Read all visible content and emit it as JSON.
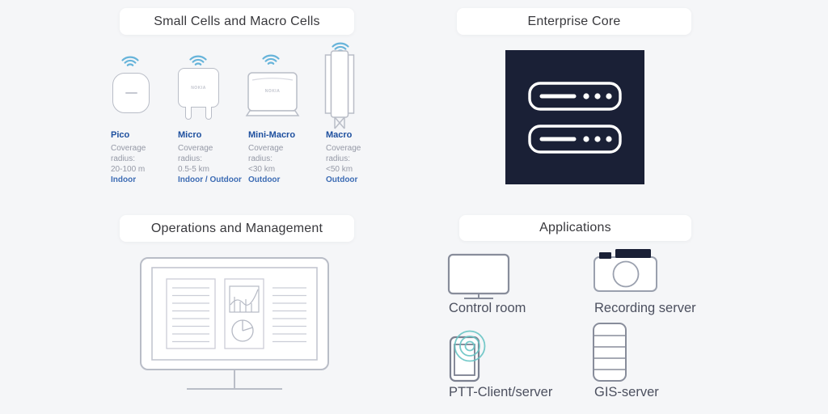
{
  "colors": {
    "background": "#f5f6f8",
    "pill_bg": "#ffffff",
    "title_text": "#38383c",
    "device_outline": "#b9bdc7",
    "wifi_blue": "#67b4da",
    "device_name_blue": "#1d4f9e",
    "muted_text": "#9599a6",
    "environment_blue": "#3d6cb4",
    "core_navy": "#1a2036",
    "teal_signal": "#69c5c5",
    "app_label_text": "#4c505f"
  },
  "sections": {
    "small_cells": {
      "title": "Small Cells and Macro Cells",
      "devices": [
        {
          "name": "Pico",
          "coverage_label": "Coverage radius:",
          "radius": "20-100 m",
          "environment": "Indoor"
        },
        {
          "name": "Micro",
          "brand": "NOKIA",
          "coverage_label": "Coverage radius:",
          "radius": "0.5-5 km",
          "environment": "Indoor / Outdoor"
        },
        {
          "name": "Mini-Macro",
          "brand": "NOKIA",
          "coverage_label": "Coverage radius:",
          "radius": "<30 km",
          "environment": "Outdoor"
        },
        {
          "name": "Macro",
          "coverage_label": "Coverage radius:",
          "radius": "<50 km",
          "environment": "Outdoor"
        }
      ]
    },
    "enterprise_core": {
      "title": "Enterprise Core"
    },
    "operations": {
      "title": "Operations and Management"
    },
    "applications": {
      "title": "Applications",
      "items": [
        {
          "label": "Control room"
        },
        {
          "label": "Recording server"
        },
        {
          "label": "PTT-Client/server"
        },
        {
          "label": "GIS-server"
        }
      ]
    }
  }
}
